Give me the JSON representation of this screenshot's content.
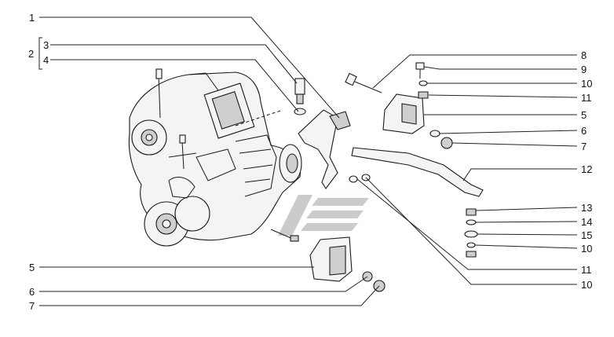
{
  "callouts_left": [
    {
      "id": "left-1",
      "label": "1"
    },
    {
      "id": "left-2",
      "label": "2"
    },
    {
      "id": "left-3",
      "label": "3"
    },
    {
      "id": "left-4",
      "label": "4"
    },
    {
      "id": "left-5",
      "label": "5"
    },
    {
      "id": "left-6",
      "label": "6"
    },
    {
      "id": "left-7",
      "label": "7"
    }
  ],
  "callouts_right": [
    {
      "id": "right-8",
      "label": "8"
    },
    {
      "id": "right-9",
      "label": "9"
    },
    {
      "id": "right-10a",
      "label": "10"
    },
    {
      "id": "right-11a",
      "label": "11"
    },
    {
      "id": "right-5",
      "label": "5"
    },
    {
      "id": "right-6",
      "label": "6"
    },
    {
      "id": "right-7",
      "label": "7"
    },
    {
      "id": "right-12",
      "label": "12"
    },
    {
      "id": "right-13",
      "label": "13"
    },
    {
      "id": "right-14",
      "label": "14"
    },
    {
      "id": "right-15",
      "label": "15"
    },
    {
      "id": "right-10b",
      "label": "10"
    },
    {
      "id": "right-11b",
      "label": "11"
    },
    {
      "id": "right-10c",
      "label": "10"
    }
  ],
  "colors": {
    "ink": "#1a1a1a",
    "watermark": "#c9ccc9",
    "background": "#ffffff"
  }
}
